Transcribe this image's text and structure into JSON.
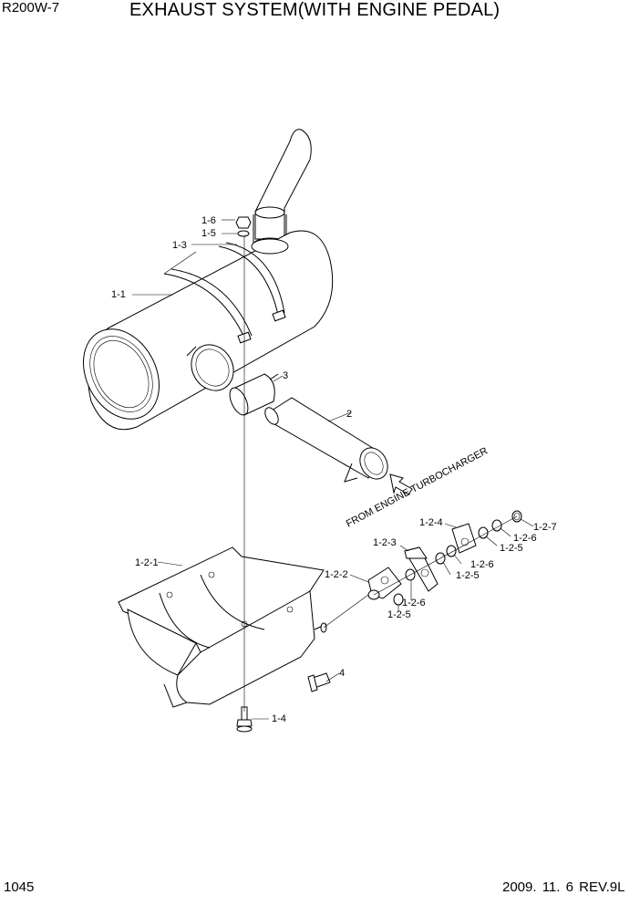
{
  "header": {
    "model": "R200W-7",
    "title": "EXHAUST SYSTEM(WITH ENGINE PEDAL)"
  },
  "footer": {
    "page_number": "1045",
    "revision": "2009. 11. 6  REV.9L"
  },
  "diagram": {
    "arrow_note": "FROM ENGINE TURBOCHARGER",
    "labels": {
      "p1_6": "1-6",
      "p1_5": "1-5",
      "p1_3": "1-3",
      "p1_1": "1-1",
      "p3": "3",
      "p2": "2",
      "p1_2_4": "1-2-4",
      "p1_2_7": "1-2-7",
      "p1_2_6_a": "1-2-6",
      "p1_2_5_a": "1-2-5",
      "p1_2_3": "1-2-3",
      "p1_2_6_b": "1-2-6",
      "p1_2_5_b": "1-2-5",
      "p1_2_1": "1-2-1",
      "p1_2_2": "1-2-2",
      "p1_2_6_c": "1-2-6",
      "p1_2_5_c": "1-2-5",
      "p4": "4",
      "p1_4": "1-4"
    }
  }
}
